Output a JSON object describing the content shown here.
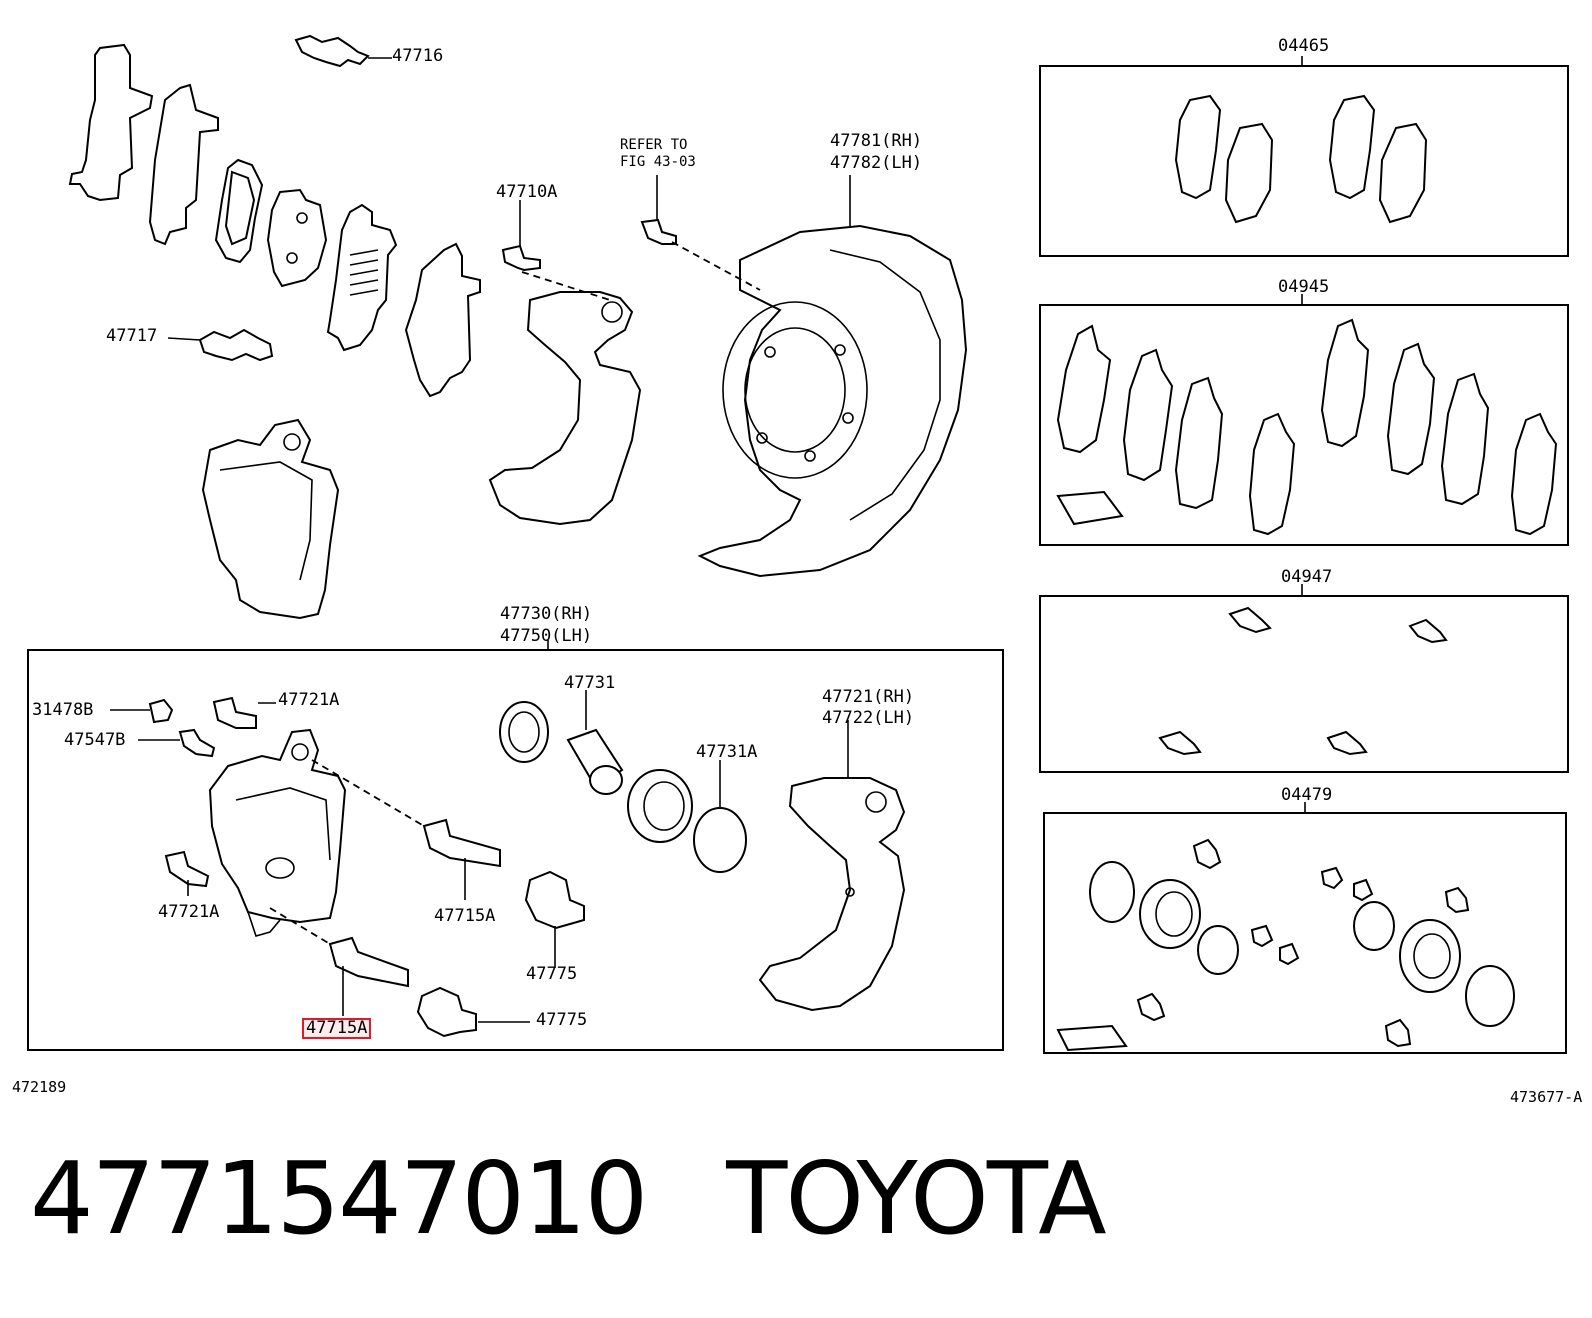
{
  "labels": {
    "l47716": "47716",
    "l47717": "47717",
    "l47710A": "47710A",
    "refer1": "REFER TO",
    "refer2": "FIG 43-03",
    "l47781": "47781(RH)",
    "l47782": "47782(LH)",
    "l47730": "47730(RH)",
    "l47750": "47750(LH)",
    "l31478B": "31478B",
    "l47547B": "47547B",
    "l47721A_top": "47721A",
    "l47721A_bot": "47721A",
    "l47731": "47731",
    "l47731A": "47731A",
    "l47721": "47721(RH)",
    "l47722": "47722(LH)",
    "l47715A_mid": "47715A",
    "l47715A_hl": "47715A",
    "l47775_a": "47775",
    "l47775_b": "47775",
    "fig_left": "472189",
    "fig_right": "473677-A"
  },
  "kits": [
    {
      "code": "04465"
    },
    {
      "code": "04945"
    },
    {
      "code": "04947"
    },
    {
      "code": "04479"
    }
  ],
  "footer": {
    "part_number": "4771547010",
    "brand": "TOYOTA"
  },
  "highlight": {
    "color": "#e11a2a"
  }
}
